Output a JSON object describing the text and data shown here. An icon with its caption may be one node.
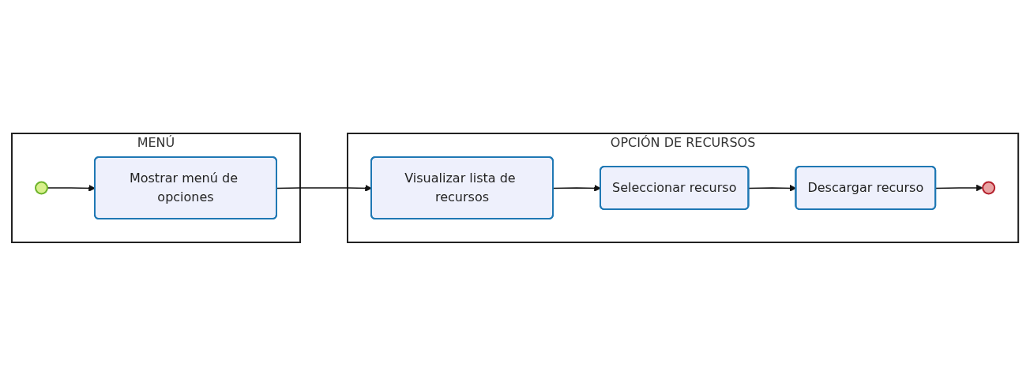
{
  "diagram": {
    "nodes": [
      {
        "text": [
          "MENÚ"
        ]
      },
      {
        "text": [],
        "shape": "circle",
        "in": 0
      },
      {
        "text": [
          "Mostrar menú de opciones"
        ],
        "in": 0
      },
      {
        "text": [
          "OPCIÓN DE RECURSOS"
        ]
      },
      {
        "text": [
          "Visualizar lista de recursos"
        ],
        "in": 3
      },
      {
        "text": [
          "Seleccionar recurso"
        ],
        "in": 3
      },
      {
        "text": [
          "Descargar recurso"
        ],
        "in": 3
      },
      {
        "text": [],
        "shape": "circle",
        "in": 3
      }
    ],
    "edges": [
      {
        "from": 1,
        "to": 2,
        "arrow": "to"
      },
      {
        "from": 2,
        "to": 4,
        "arrow": "to"
      },
      {
        "from": 4,
        "to": 5,
        "arrow": "to"
      },
      {
        "from": 5,
        "to": 6,
        "arrow": "to"
      },
      {
        "from": 6,
        "to": 7,
        "arrow": "to"
      }
    ]
  }
}
